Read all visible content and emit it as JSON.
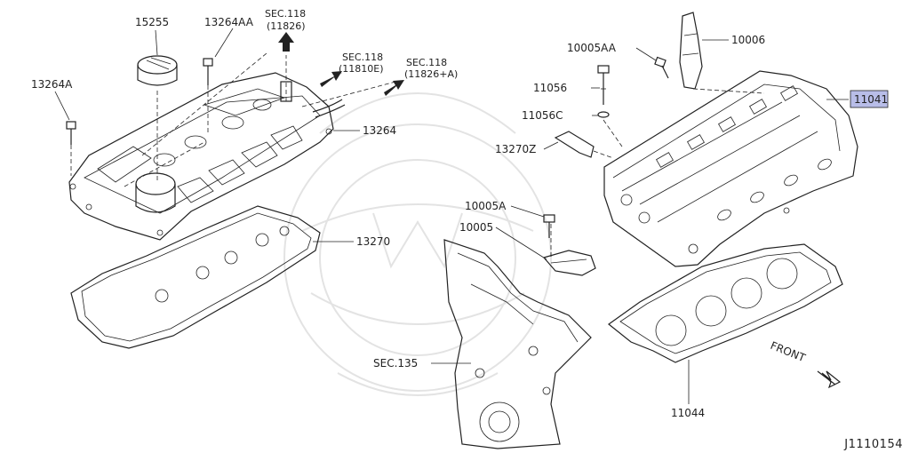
{
  "labels": {
    "p15255": "15255",
    "p13264AA": "13264AA",
    "sec118a": "SEC.118",
    "sec118a_sub": "(11826)",
    "sec118b": "SEC.118",
    "sec118b_sub": "(11810E)",
    "sec118c": "SEC.118",
    "sec118c_sub": "(11826+A)",
    "p13264A": "13264A",
    "p13264": "13264",
    "p13270": "13270",
    "p10005AA": "10005AA",
    "p10006": "10006",
    "p11056": "11056",
    "p11041": "11041",
    "p11056C": "11056C",
    "p13270Z": "13270Z",
    "p10005A": "10005A",
    "p10005": "10005",
    "sec135": "SEC.135",
    "p11044": "11044",
    "front": "FRONT"
  },
  "diagram_code": "J1110154",
  "colors": {
    "line": "#222222",
    "highlight_box": "#b8bde8",
    "watermark": "#e3e3e3"
  }
}
